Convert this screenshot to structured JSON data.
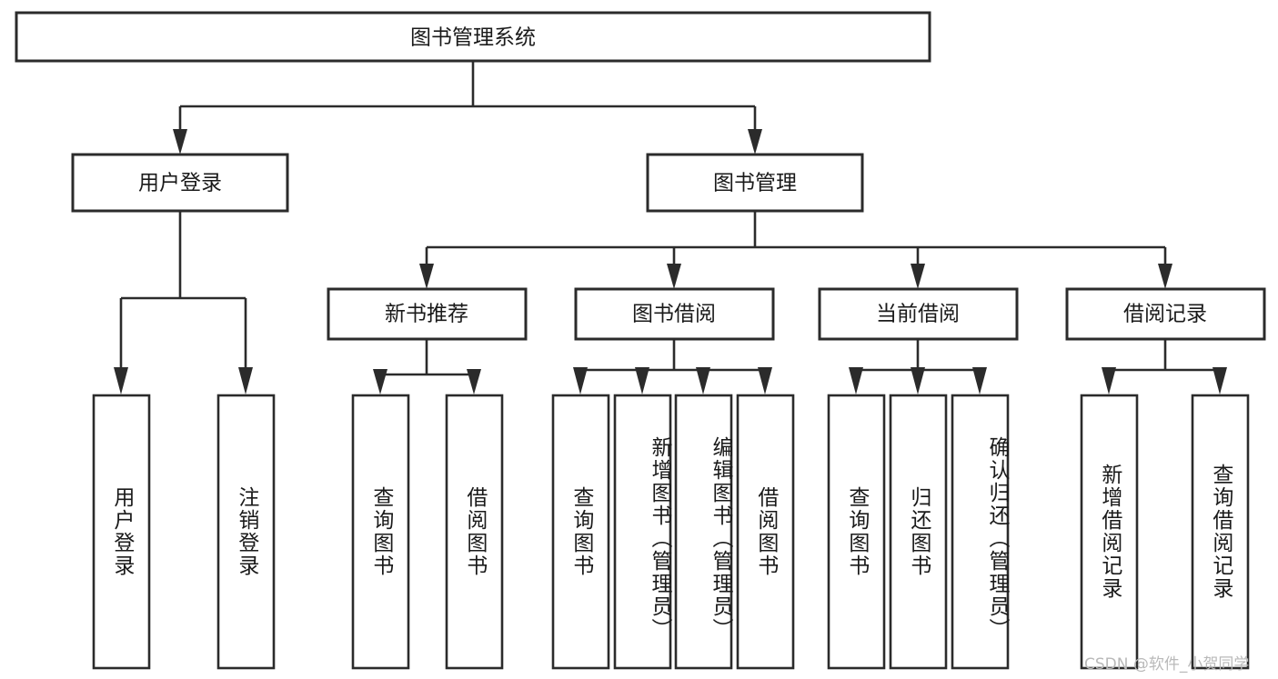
{
  "diagram": {
    "title_node": {
      "label": "图书管理系统"
    },
    "level2": [
      {
        "label": "用户登录"
      },
      {
        "label": "图书管理"
      }
    ],
    "level3": [
      {
        "label": "新书推荐"
      },
      {
        "label": "图书借阅"
      },
      {
        "label": "当前借阅"
      },
      {
        "label": "借阅记录"
      }
    ],
    "leaves": {
      "user_login": [
        {
          "label": "用户登录"
        },
        {
          "label": "注销登录"
        }
      ],
      "new_book_recommend": [
        {
          "label": "查询图书"
        },
        {
          "label": "借阅图书"
        }
      ],
      "book_borrow": [
        {
          "label": "查询图书"
        },
        {
          "label": "新增图书（管理员）"
        },
        {
          "label": "编辑图书（管理员）"
        },
        {
          "label": "借阅图书"
        }
      ],
      "current_borrow": [
        {
          "label": "查询图书"
        },
        {
          "label": "归还图书"
        },
        {
          "label": "确认归还（管理员）"
        }
      ],
      "borrow_record": [
        {
          "label": "新增借阅记录"
        },
        {
          "label": "查询借阅记录"
        }
      ]
    }
  },
  "watermark": {
    "text": "CSDN @软件_小贺同学"
  },
  "colors": {
    "stroke": "#2b2b2b",
    "fill": "#ffffff",
    "text": "#1a1a1a",
    "watermark": "#b9b9b9"
  }
}
